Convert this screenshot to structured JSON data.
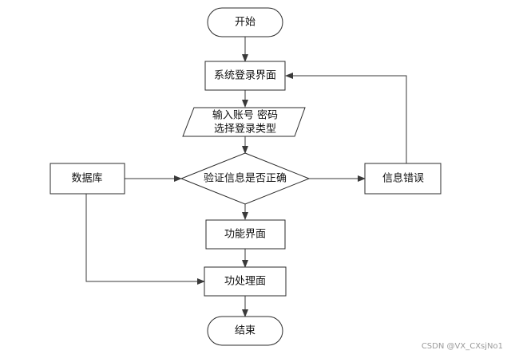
{
  "nodes": {
    "start": "开始",
    "login_page": "系统登录界面",
    "input_line1": "输入账号 密码",
    "input_line2": "选择登录类型",
    "validate": "验证信息是否正确",
    "database": "数据库",
    "error": "信息错误",
    "function_page": "功能界面",
    "processing_page": "功处理面",
    "end": "结束"
  },
  "watermark": "CSDN @VX_CXsjNo1"
}
